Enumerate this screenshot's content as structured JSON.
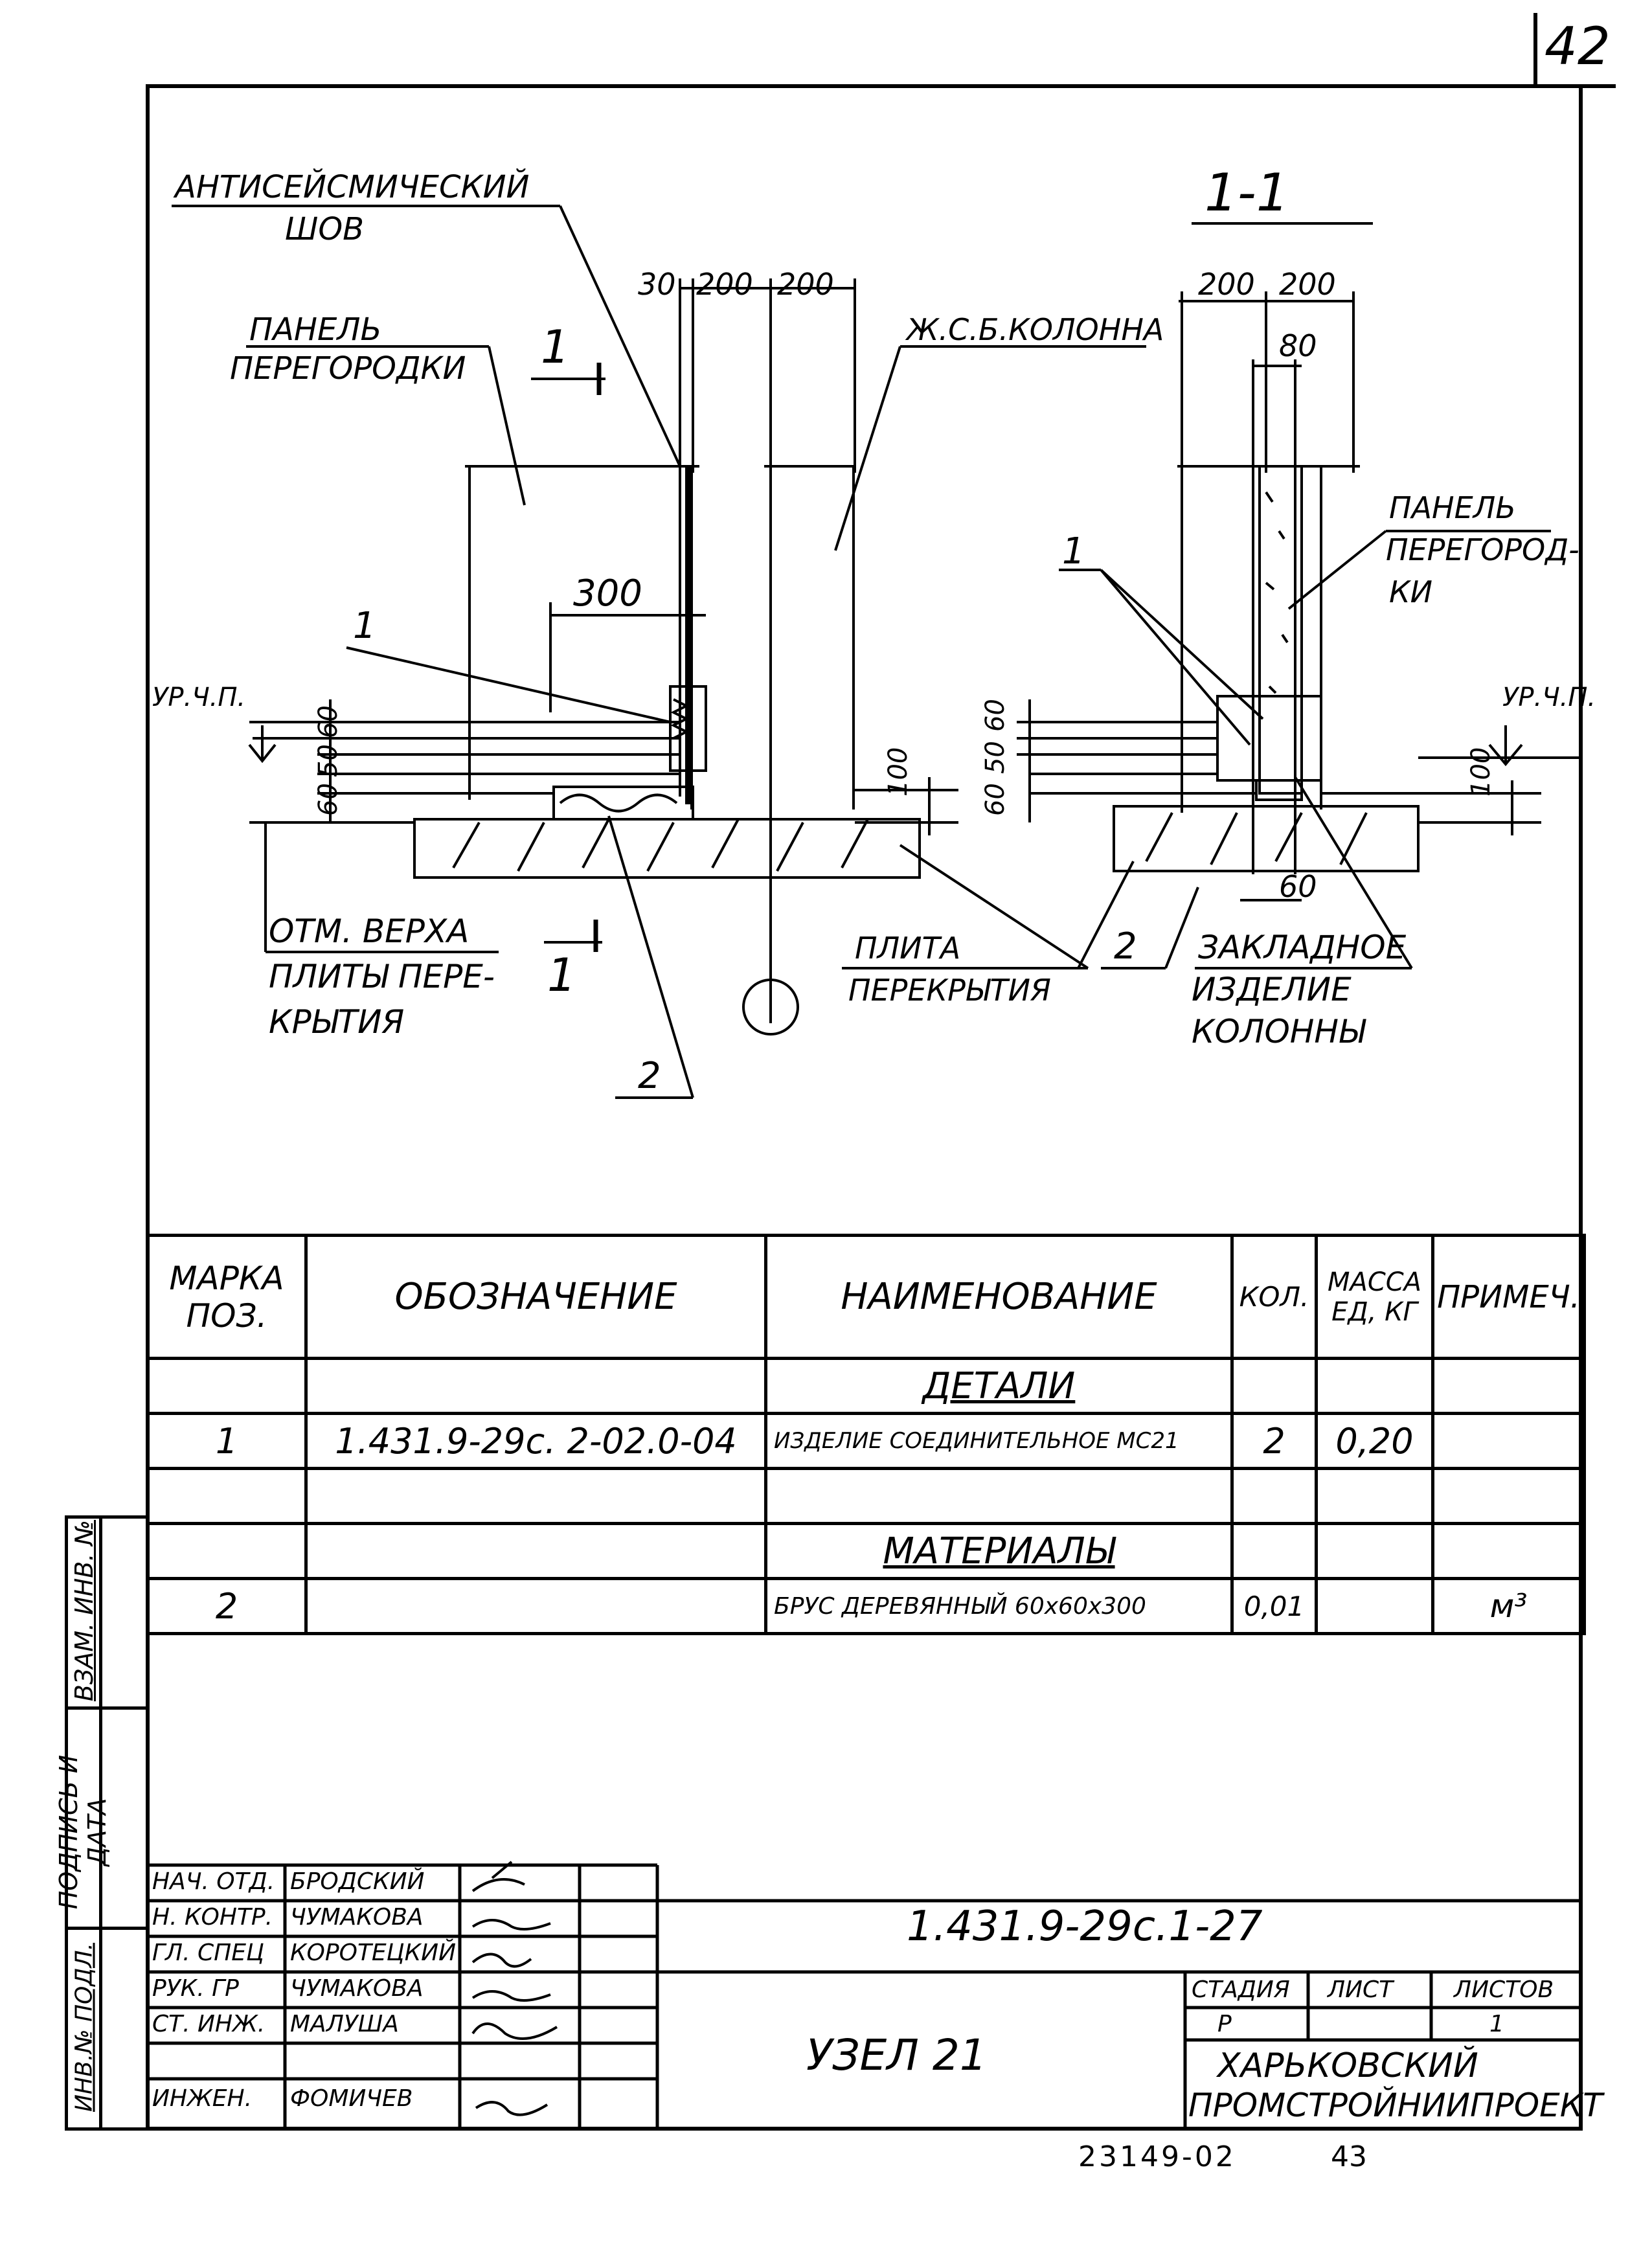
{
  "sheet_number": "42",
  "drawing": {
    "labels": {
      "antiseismic_joint_line1": "АНТИСЕЙСМИЧЕСКИЙ",
      "antiseismic_joint_line2": "ШОВ",
      "partition_panel_left_line1": "ПАНЕЛЬ",
      "partition_panel_left_line2": "ПЕРЕГОРОДКИ",
      "rc_column": "Ж.С.Б.КОЛОННА",
      "section_mark": "1",
      "section_title": "1-1",
      "partition_panel_right_line1": "ПАНЕЛЬ",
      "partition_panel_right_line2": "ПЕРЕГОРОД-",
      "partition_panel_right_line3": "КИ",
      "floor_level_left": "УР.Ч.П.",
      "floor_level_right": "УР.Ч.П.",
      "slab_top_line1": "ОТМ. ВЕРХА",
      "slab_top_line2": "ПЛИТЫ ПЕРЕ-",
      "slab_top_line3": "КРЫТИЯ",
      "floor_slab_line1": "ПЛИТА",
      "floor_slab_line2": "ПЕРЕКРЫТИЯ",
      "embedded_part_line1": "ЗАКЛАДНОЕ",
      "embedded_part_line2": "ИЗДЕЛИЕ",
      "embedded_part_line3": "КОЛОННЫ",
      "pos1_left": "1",
      "pos1_right": "1",
      "pos2_left": "2",
      "pos2_right": "2"
    },
    "dimensions": {
      "d30": "30",
      "d200a": "200",
      "d200b": "200",
      "d300": "300",
      "d60a": "60",
      "d50": "50",
      "d60b": "60",
      "d100_left": "100",
      "d200c": "200",
      "d200d": "200",
      "d80": "80",
      "d60c": "60",
      "d50b": "50",
      "d60d": "60",
      "d100_right": "100",
      "d60_bottom": "60"
    }
  },
  "spec_table": {
    "headers": {
      "mark": "МАРКА ПОЗ.",
      "designation": "ОБОЗНАЧЕНИЕ",
      "name": "НАИМЕНОВАНИЕ",
      "qty": "КОЛ.",
      "mass": "МАССА ЕД, КГ",
      "note": "ПРИМЕЧ."
    },
    "section_details": "ДЕТАЛИ",
    "section_materials": "МАТЕРИАЛЫ",
    "rows": [
      {
        "mark": "1",
        "designation": "1.431.9-29с. 2-02.0-04",
        "name": "ИЗДЕЛИЕ СОЕДИНИТЕЛЬНОЕ МС21",
        "qty": "2",
        "mass": "0,20",
        "note": ""
      },
      {
        "mark": "2",
        "designation": "",
        "name": "БРУС ДЕРЕВЯННЫЙ 60х60х300",
        "qty": "0,01",
        "mass": "",
        "note": "м³"
      }
    ]
  },
  "side_stamp": {
    "inv_podl": "ИНВ.№ ПОДЛ.",
    "podpis_data": "ПОДПИСЬ И ДАТА",
    "vzam_inv": "ВЗАМ. ИНВ. №"
  },
  "title_block": {
    "roles": [
      {
        "role": "НАЧ. ОТД.",
        "name": "БРОДСКИЙ"
      },
      {
        "role": "Н. КОНТР.",
        "name": "ЧУМАКОВА"
      },
      {
        "role": "ГЛ. СПЕЦ",
        "name": "КОРОТЕЦКИЙ"
      },
      {
        "role": "РУК. ГР",
        "name": "ЧУМАКОВА"
      },
      {
        "role": "СТ. ИНЖ.",
        "name": "МАЛУША"
      },
      {
        "role": "",
        "name": ""
      },
      {
        "role": "ИНЖЕН.",
        "name": "ФОМИЧЕВ"
      }
    ],
    "document_code": "1.431.9-29с.1-27",
    "drawing_title": "УЗЕЛ 21",
    "stage_label": "СТАДИЯ",
    "sheet_label": "ЛИСТ",
    "sheets_label": "ЛИСТОВ",
    "stage_value": "Р",
    "sheet_value": "",
    "sheets_value": "1",
    "organization_line1": "ХАРЬКОВСКИЙ",
    "organization_line2": "ПРОМСТРОЙНИИПРОЕКТ"
  },
  "footer": {
    "archive_number": "23149-02",
    "page": "43"
  }
}
